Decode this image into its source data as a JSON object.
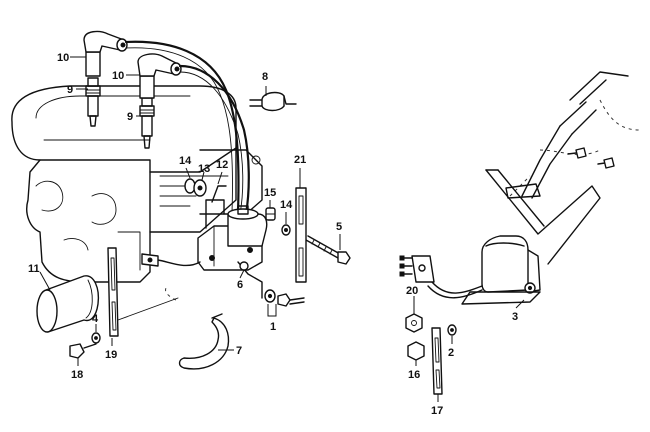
{
  "callouts": [
    {
      "id": "c10a",
      "label": "10"
    },
    {
      "id": "c10b",
      "label": "10"
    },
    {
      "id": "c9a",
      "label": "9"
    },
    {
      "id": "c9b",
      "label": "9"
    },
    {
      "id": "c8",
      "label": "8"
    },
    {
      "id": "c14a",
      "label": "14"
    },
    {
      "id": "c13",
      "label": "13"
    },
    {
      "id": "c12",
      "label": "12"
    },
    {
      "id": "c21",
      "label": "21"
    },
    {
      "id": "c15",
      "label": "15"
    },
    {
      "id": "c14b",
      "label": "14"
    },
    {
      "id": "c5",
      "label": "5"
    },
    {
      "id": "c11",
      "label": "11"
    },
    {
      "id": "c6",
      "label": "6"
    },
    {
      "id": "c4",
      "label": "4"
    },
    {
      "id": "c19",
      "label": "19"
    },
    {
      "id": "c18",
      "label": "18"
    },
    {
      "id": "c7",
      "label": "7"
    },
    {
      "id": "c1",
      "label": "1"
    },
    {
      "id": "c20",
      "label": "20"
    },
    {
      "id": "c3",
      "label": "3"
    },
    {
      "id": "c2",
      "label": "2"
    },
    {
      "id": "c16",
      "label": "16"
    },
    {
      "id": "c17",
      "label": "17"
    }
  ]
}
